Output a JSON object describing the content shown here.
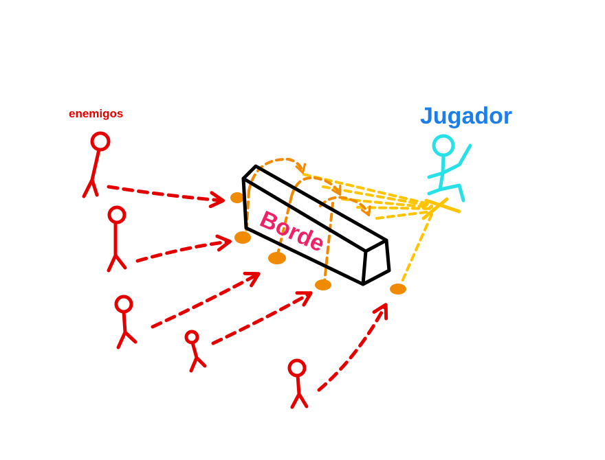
{
  "labels": {
    "enemies": "enemigos",
    "player": "Jugador",
    "border": "Borde"
  },
  "colors": {
    "enemy": "#e50000",
    "player_figure": "#28e0e8",
    "player_label": "#1e7ee8",
    "border_label": "#ee2266",
    "wall": "#000000",
    "contact_points": "#f08a00",
    "player_sightlines": "#ffc400",
    "background": "#ffffff"
  },
  "diagram": {
    "nodes": [
      "enemy-1",
      "enemy-2",
      "enemy-3",
      "enemy-4",
      "enemy-5",
      "border-wall",
      "player"
    ],
    "edges": [
      {
        "from": "enemy-1",
        "to": "border-wall",
        "style": "dashed-arrow"
      },
      {
        "from": "enemy-2",
        "to": "border-wall",
        "style": "dashed-arrow"
      },
      {
        "from": "enemy-3",
        "to": "border-wall",
        "style": "dashed-arrow"
      },
      {
        "from": "enemy-4",
        "to": "border-wall",
        "style": "dashed-arrow"
      },
      {
        "from": "enemy-5",
        "to": "border-wall",
        "style": "dashed-arrow"
      },
      {
        "from": "player",
        "to": "border-wall",
        "style": "dashed-lines"
      }
    ]
  }
}
